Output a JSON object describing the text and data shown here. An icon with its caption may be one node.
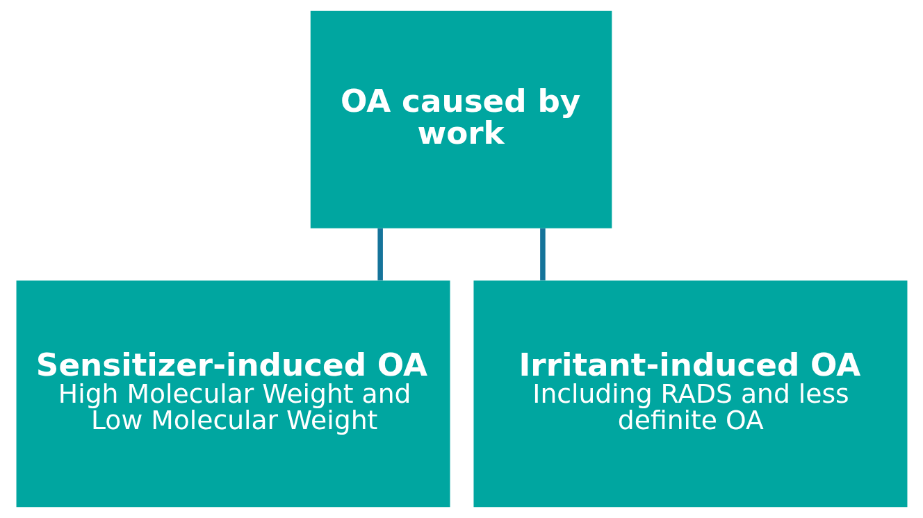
{
  "diagram": {
    "nodes": [
      {
        "text": [
          "OA caused by work"
        ]
      },
      {
        "text": [
          "Sensitizer-induced OA",
          "High Molecular Weight and Low Molecular Weight"
        ]
      },
      {
        "text": [
          "Irritant-induced OA",
          "Including RADS and less definite OA"
        ]
      }
    ],
    "edges": [
      {
        "from": 0,
        "to": 1,
        "arrow": "none"
      },
      {
        "from": 0,
        "to": 2,
        "arrow": "none"
      }
    ]
  }
}
